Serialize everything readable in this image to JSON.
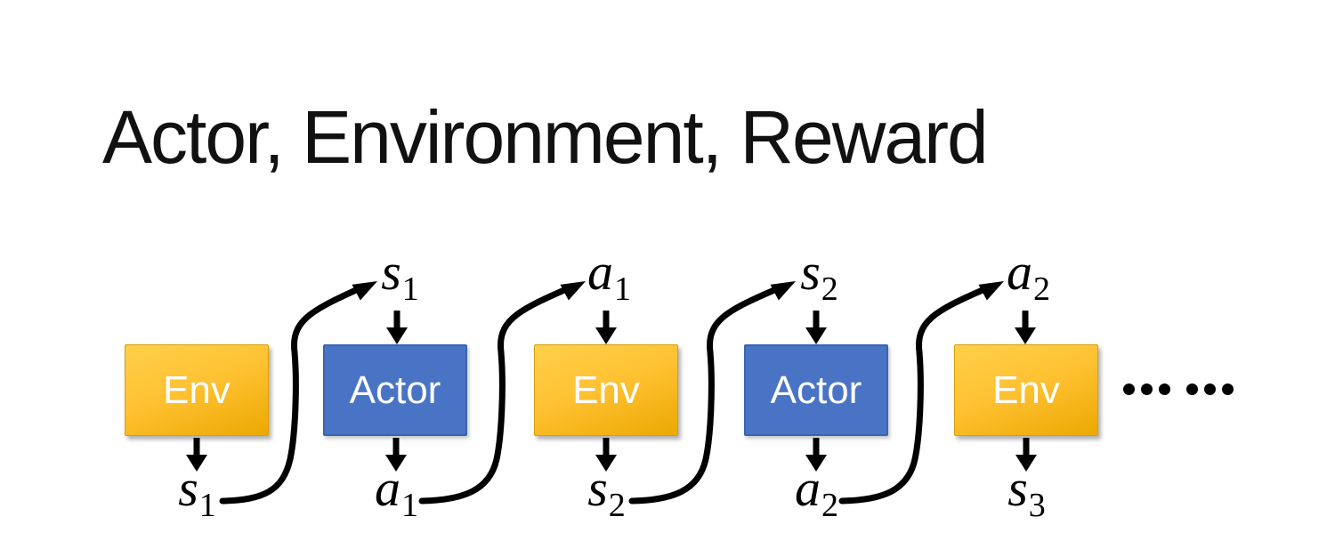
{
  "title": "Actor, Environment, Reward",
  "diagram": {
    "boxes": [
      {
        "label": "Env"
      },
      {
        "label": "Actor"
      },
      {
        "label": "Env"
      },
      {
        "label": "Actor"
      },
      {
        "label": "Env"
      }
    ],
    "top_labels": [
      {
        "base": "s",
        "sub": "1"
      },
      {
        "base": "a",
        "sub": "1"
      },
      {
        "base": "s",
        "sub": "2"
      },
      {
        "base": "a",
        "sub": "2"
      }
    ],
    "bottom_labels": [
      {
        "base": "s",
        "sub": "1"
      },
      {
        "base": "a",
        "sub": "1"
      },
      {
        "base": "s",
        "sub": "2"
      },
      {
        "base": "a",
        "sub": "2"
      },
      {
        "base": "s",
        "sub": "3"
      }
    ],
    "ellipsis": "……",
    "colors": {
      "title_text": "#111111",
      "env_top": "#FFD04A",
      "env_mid": "#FFC233",
      "env_bottom": "#ECA902",
      "env_border": "#D89E06",
      "actor_fill": "#4974C6",
      "actor_border": "#3A64AE",
      "box_text": "#FFFFFF",
      "arrow": "#000000"
    }
  }
}
